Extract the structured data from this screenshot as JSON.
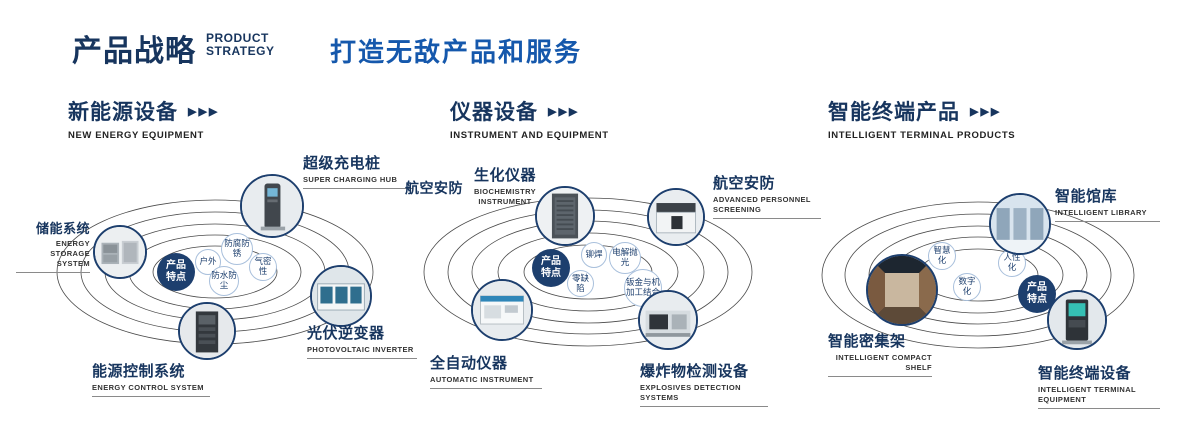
{
  "header": {
    "title_cn": "产品战略",
    "title_en_line1": "PRODUCT",
    "title_en_line2": "STRATEGY",
    "tagline": "打造无敌产品和服务"
  },
  "badge_label": "产品特点",
  "sections": [
    {
      "title": "新能源设备",
      "subtitle": "NEW ENERGY EQUIPMENT",
      "arrows": "▶▶▶",
      "nodes": [
        {
          "cn": "储能系统",
          "en": "ENERGY STORAGE SYSTEM"
        },
        {
          "cn": "超级充电桩",
          "en": "SUPER CHARGING HUB"
        },
        {
          "cn": "光伏逆变器",
          "en": "PHOTOVOLTAIC INVERTER"
        },
        {
          "cn": "能源控制系统",
          "en": "ENERGY CONTROL SYSTEM"
        }
      ],
      "features": [
        "户外",
        "防腐防锈",
        "气密性",
        "防水防尘"
      ]
    },
    {
      "title": "仪器设备",
      "subtitle": "INSTRUMENT AND EQUIPMENT",
      "arrows": "▶▶▶",
      "extra_label": "航空安防",
      "nodes": [
        {
          "cn": "生化仪器",
          "en": "BIOCHEMISTRY INSTRUMENT"
        },
        {
          "cn": "航空安防",
          "en": "ADVANCED PERSONNEL SCREENING"
        },
        {
          "cn": "全自动仪器",
          "en": "AUTOMATIC INSTRUMENT"
        },
        {
          "cn": "爆炸物检测设备",
          "en": "EXPLOSIVES DETECTION SYSTEMS"
        }
      ],
      "features": [
        "铆焊",
        "电解抛光",
        "零缺陷",
        "钣金与机加工结合"
      ]
    },
    {
      "title": "智能终端产品",
      "subtitle": "INTELLIGENT TERMINAL PRODUCTS",
      "arrows": "▶▶▶",
      "nodes": [
        {
          "cn": "智能馆库",
          "en": "INTELLIGENT LIBRARY"
        },
        {
          "cn": "智能密集架",
          "en": "INTELLIGENT COMPACT SHELF"
        },
        {
          "cn": "智能终端设备",
          "en": "INTELLIGENT TERMINAL EQUIPMENT"
        }
      ],
      "features": [
        "智慧化",
        "人性化",
        "数字化"
      ]
    }
  ]
}
